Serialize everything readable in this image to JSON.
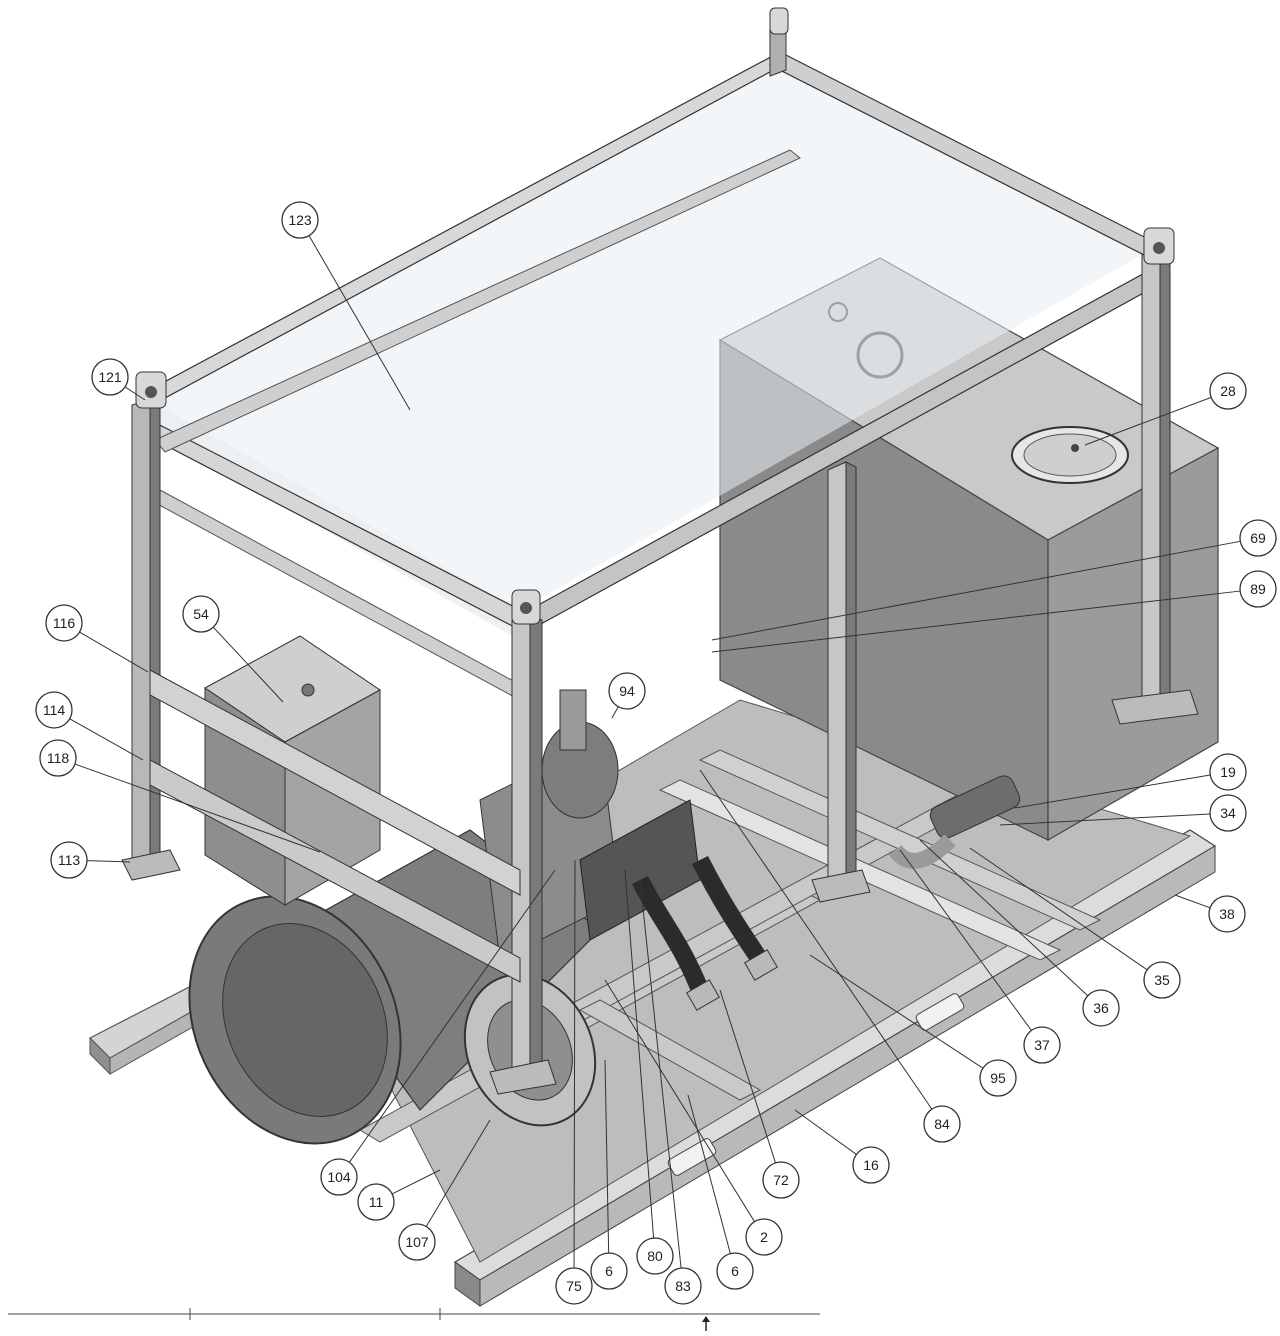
{
  "callouts": [
    {
      "id": "c123",
      "label": "123"
    },
    {
      "id": "c121",
      "label": "121"
    },
    {
      "id": "c28",
      "label": "28"
    },
    {
      "id": "c69",
      "label": "69"
    },
    {
      "id": "c89",
      "label": "89"
    },
    {
      "id": "c116",
      "label": "116"
    },
    {
      "id": "c54",
      "label": "54"
    },
    {
      "id": "c94",
      "label": "94"
    },
    {
      "id": "c114",
      "label": "114"
    },
    {
      "id": "c118",
      "label": "118"
    },
    {
      "id": "c19",
      "label": "19"
    },
    {
      "id": "c34",
      "label": "34"
    },
    {
      "id": "c113",
      "label": "113"
    },
    {
      "id": "c38",
      "label": "38"
    },
    {
      "id": "c35",
      "label": "35"
    },
    {
      "id": "c36",
      "label": "36"
    },
    {
      "id": "c37",
      "label": "37"
    },
    {
      "id": "c95",
      "label": "95"
    },
    {
      "id": "c84",
      "label": "84"
    },
    {
      "id": "c16",
      "label": "16"
    },
    {
      "id": "c72",
      "label": "72"
    },
    {
      "id": "c104",
      "label": "104"
    },
    {
      "id": "c11",
      "label": "11"
    },
    {
      "id": "c2",
      "label": "2"
    },
    {
      "id": "c107",
      "label": "107"
    },
    {
      "id": "c6a",
      "label": "6"
    },
    {
      "id": "c6b",
      "label": "6"
    },
    {
      "id": "c80",
      "label": "80"
    },
    {
      "id": "c75",
      "label": "75"
    },
    {
      "id": "c83",
      "label": "83"
    }
  ],
  "colors": {
    "frame_light": "#d9d9d9",
    "frame_mid": "#a6a6a6",
    "frame_dark": "#5c5c5c",
    "glass": "#e8eef1",
    "tank": "#8c8c8c",
    "tank_dark": "#6e6e6e",
    "callout_fill": "#ffffff",
    "callout_stroke": "#333333"
  }
}
